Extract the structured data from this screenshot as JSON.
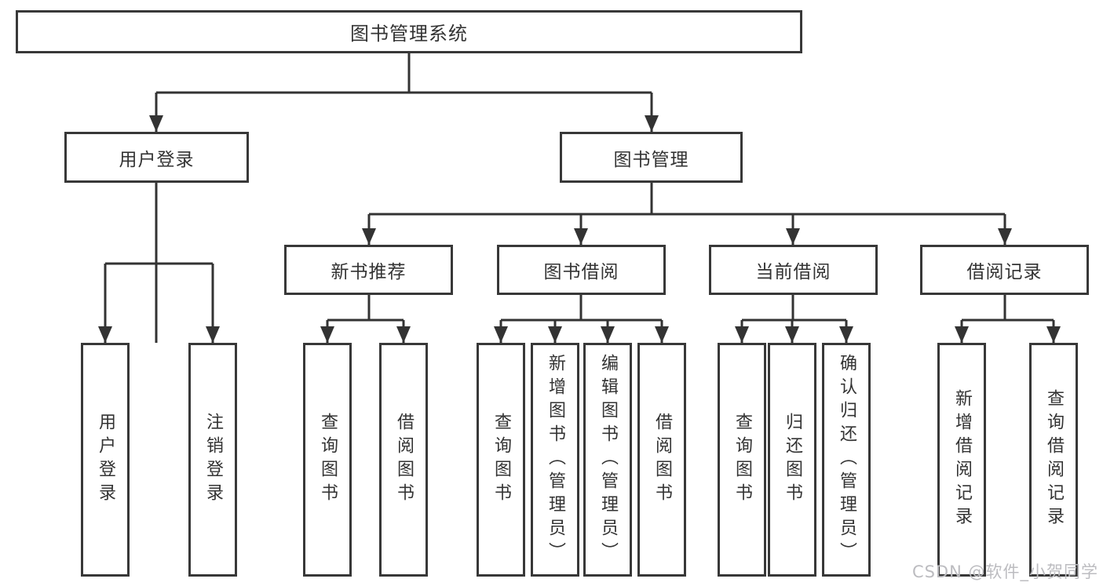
{
  "title_box": {
    "label": "图书管理系统"
  },
  "watermark": {
    "text": "CSDN @软件_小贺同学",
    "color": "#bcbcc0"
  },
  "colors": {
    "line": "#333333",
    "box_border": "#383838",
    "text": "#333333",
    "background": "#ffffff",
    "watermark": "#bcbcc0"
  },
  "level2": [
    {
      "label": "用户登录",
      "leaves": [
        "用户登录",
        "注销登录"
      ]
    },
    {
      "label": "图书管理",
      "groups": [
        {
          "label": "新书推荐",
          "leaves": [
            "查询图书",
            "借阅图书"
          ]
        },
        {
          "label": "图书借阅",
          "leaves": [
            "查询图书",
            "新增图书（管理员）",
            "编辑图书（管理员）",
            "借阅图书"
          ]
        },
        {
          "label": "当前借阅",
          "leaves": [
            "查询图书",
            "归还图书",
            "确认归还（管理员）"
          ]
        },
        {
          "label": "借阅记录",
          "leaves": [
            "新增借阅记录",
            "查询借阅记录"
          ]
        }
      ]
    }
  ]
}
